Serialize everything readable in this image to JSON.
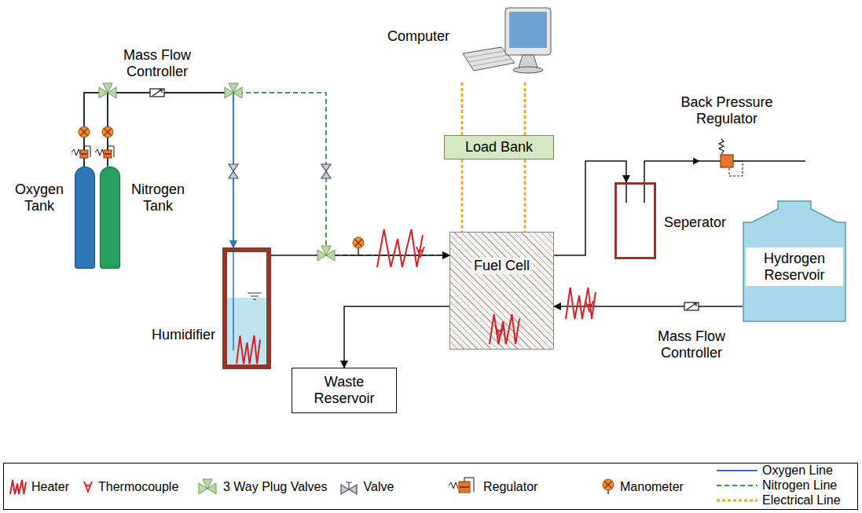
{
  "diagram": {
    "nodes": [
      {
        "text": [
          "Computer"
        ]
      },
      {
        "text": [
          "Load Bank"
        ]
      },
      {
        "text": [
          "Seperator"
        ]
      },
      {
        "text": [
          "Oxygen Tank"
        ]
      },
      {
        "text": [
          "Nitrogen Tank"
        ]
      },
      {
        "text": [
          "Fuel Cell"
        ]
      },
      {
        "text": [
          "Hydrogen Reservoir"
        ]
      },
      {
        "text": [
          "Humidifier"
        ]
      },
      {
        "text": [
          "Waste Reservoir"
        ]
      }
    ],
    "edges": [
      {
        "from": 1,
        "to": 0,
        "arrow": "none"
      },
      {
        "from": 1,
        "to": 0,
        "arrow": "none"
      },
      {
        "from": 1,
        "to": 5,
        "arrow": "none"
      },
      {
        "from": 1,
        "to": 5,
        "arrow": "none"
      },
      {
        "from": 3,
        "to": 7,
        "arrow": "to"
      },
      {
        "from": 4,
        "to": 7,
        "arrow": "to"
      },
      {
        "from": 3,
        "to": 5,
        "arrow": "to"
      },
      {
        "from": 4,
        "to": 5,
        "arrow": "to"
      },
      {
        "from": 7,
        "to": 5,
        "arrow": "to"
      },
      {
        "from": 5,
        "to": 2,
        "arrow": "to"
      },
      {
        "from": 6,
        "to": 5,
        "arrow": "to"
      },
      {
        "from": 5,
        "to": 8,
        "arrow": "to"
      }
    ],
    "labels": [
      "Mass Flow Controller",
      "Back Pressure Regulator",
      "Mass Flow Controller"
    ],
    "legend": [
      {
        "text": "Heater"
      },
      {
        "text": "Thermocouple"
      },
      {
        "text": "3 Way Plug Valves"
      },
      {
        "text": "Valve"
      },
      {
        "text": "Regulator"
      },
      {
        "text": "Manometer"
      },
      {
        "text": "Oxygen Line"
      },
      {
        "text": "Nitrogen Line"
      },
      {
        "text": "Electrical Line"
      }
    ]
  }
}
